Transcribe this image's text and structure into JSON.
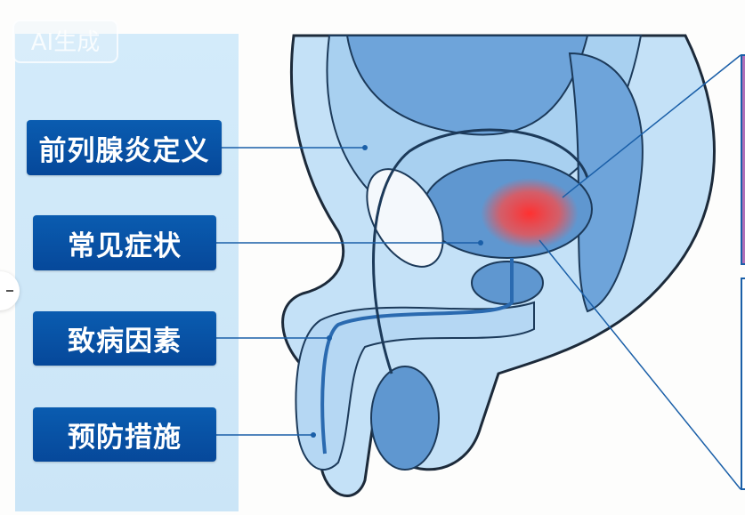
{
  "watermark": "AI生成",
  "labels": [
    {
      "text": "前列腺炎定义"
    },
    {
      "text": "常见症状"
    },
    {
      "text": "致病因素"
    },
    {
      "text": "预防措施"
    }
  ],
  "colors": {
    "label_bg": "#0a5cb0",
    "panel_bg": "#d3ebfa",
    "leader_line": "#1a5fa8",
    "inflammation": "#e83030"
  }
}
